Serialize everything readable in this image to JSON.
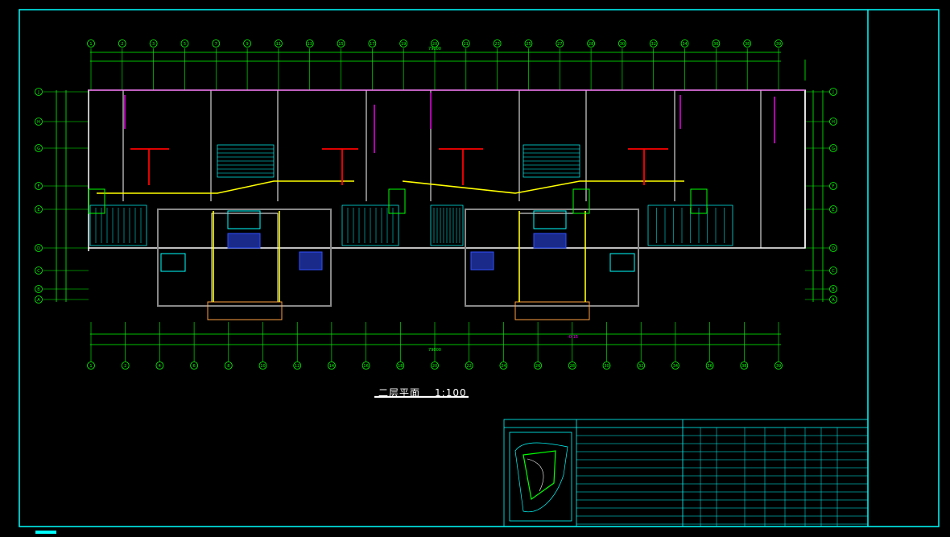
{
  "drawing": {
    "title": "二层平面",
    "scale": "1:100"
  },
  "colors": {
    "background": "#000000",
    "frame": "#00ffff",
    "dimension": "#00ff00",
    "wall": "#ffffff",
    "pipe_yellow": "#ffff00",
    "pipe_magenta": "#ff00ff",
    "pipe_red": "#ff0000",
    "fixture_cyan": "#00ffff",
    "fixture_blue": "#3050ff"
  },
  "axes": {
    "top_labels": [
      "1",
      "2",
      "3",
      "5",
      "7",
      "9",
      "11",
      "13",
      "15",
      "17",
      "19",
      "20",
      "21",
      "23",
      "25",
      "27",
      "28",
      "30",
      "32",
      "34",
      "36",
      "38",
      "39"
    ],
    "bottom_labels": [
      "1",
      "2",
      "4",
      "6",
      "8",
      "10",
      "12",
      "14",
      "16",
      "18",
      "20",
      "22",
      "24",
      "26",
      "28",
      "30",
      "32",
      "34",
      "36",
      "38",
      "39"
    ],
    "row_labels_left": [
      "J",
      "H",
      "G",
      "F",
      "E",
      "D",
      "C",
      "B",
      "A"
    ],
    "row_labels_right": [
      "J",
      "H",
      "G",
      "F",
      "E",
      "D",
      "C",
      "B",
      "A"
    ]
  },
  "dims": {
    "top_total": "79000",
    "bottom_total": "79000"
  },
  "notes": {
    "level_mark": "-0.15"
  }
}
